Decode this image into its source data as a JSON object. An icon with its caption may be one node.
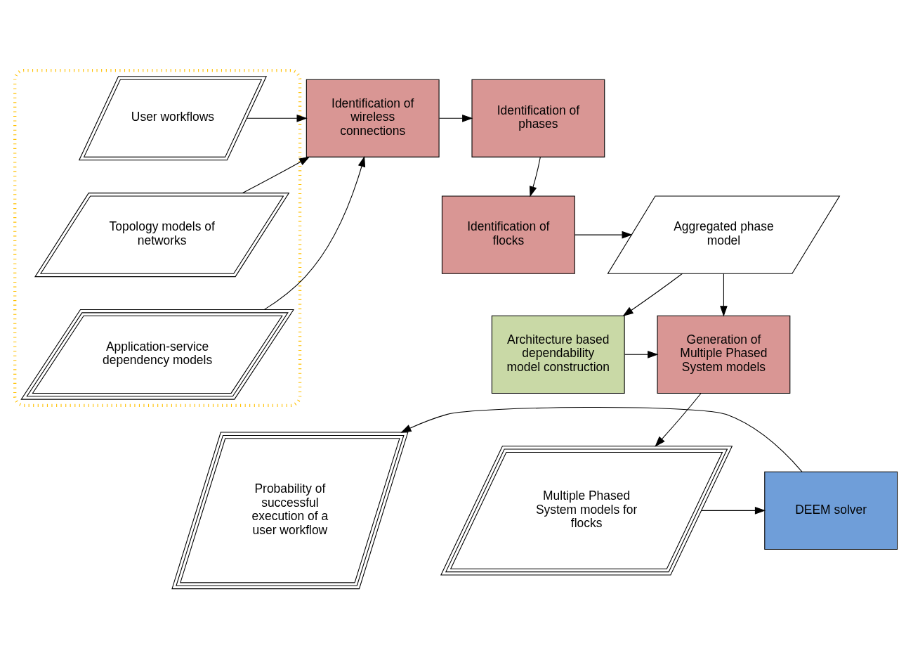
{
  "diagram": {
    "nodes": [
      {
        "text": [],
        "shape": "box"
      },
      {
        "text": [
          "User workflows"
        ],
        "in": 0
      },
      {
        "text": [
          "Topology models of networks"
        ],
        "in": 0
      },
      {
        "text": [
          "Application-service dependency models"
        ],
        "in": 0
      },
      {
        "text": [
          "Identification of wireless connections"
        ]
      },
      {
        "text": [
          "Identification of phases"
        ]
      },
      {
        "text": [
          "Aggregated phase model"
        ]
      },
      {
        "text": [
          "Identification of flocks"
        ]
      },
      {
        "text": [
          "Architecture based dependability model construction"
        ]
      },
      {
        "text": [
          "Generation of Multiple Phased System models"
        ]
      },
      {
        "text": [
          "Multiple Phased System models for flocks"
        ]
      },
      {
        "text": [
          "DEEM solver"
        ]
      },
      {
        "text": [
          "Probability of successful execution of a user workflow"
        ]
      }
    ],
    "edges": [
      {
        "from": 1,
        "to": 4,
        "arrow": "to"
      },
      {
        "from": 2,
        "to": 4,
        "arrow": "to"
      },
      {
        "from": 3,
        "to": 4,
        "arrow": "to"
      },
      {
        "from": 4,
        "to": 5,
        "arrow": "to"
      },
      {
        "from": 5,
        "to": 7,
        "arrow": "to"
      },
      {
        "from": 7,
        "to": 6,
        "arrow": "to"
      },
      {
        "from": 6,
        "to": 8,
        "arrow": "to"
      },
      {
        "from": 6,
        "to": 9,
        "arrow": "to"
      },
      {
        "from": 8,
        "to": 9,
        "arrow": "to"
      },
      {
        "from": 9,
        "to": 10,
        "arrow": "to"
      },
      {
        "from": 10,
        "to": 11,
        "arrow": "to"
      },
      {
        "from": 11,
        "to": 12,
        "arrow": "to"
      }
    ]
  }
}
